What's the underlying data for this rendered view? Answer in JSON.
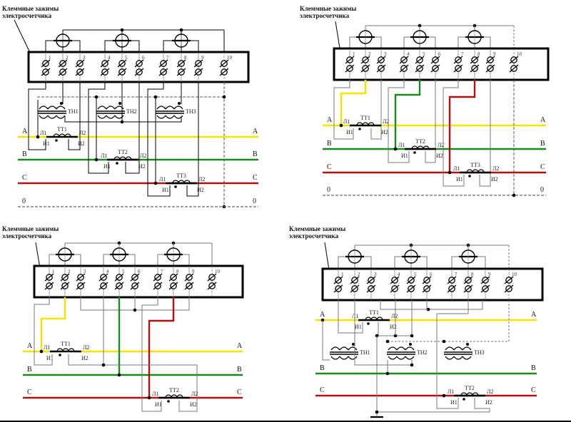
{
  "colors": {
    "phase_A": "#f2e400",
    "phase_B": "#1a8a1a",
    "phase_C": "#b01010",
    "neutral": "#666666",
    "wire": "#111111",
    "wire_grey": "#777777",
    "background": "#ffffff"
  },
  "panels": [
    {
      "id": "top-left",
      "caption_line1": "Клеммные зажимы",
      "caption_line2": "электросчетчика",
      "terminals": [
        "1",
        "2",
        "3",
        "4",
        "5",
        "6",
        "7",
        "8",
        "9",
        "10"
      ],
      "phases": [
        "A",
        "B",
        "C",
        "0"
      ],
      "current_transformers": [
        {
          "name": "ТТ1",
          "l1": "Л1",
          "l2": "Л2",
          "i1": "И1",
          "i2": "И2",
          "phase": "A"
        },
        {
          "name": "ТТ2",
          "l1": "Л1",
          "l2": "Л2",
          "i1": "И1",
          "i2": "И2",
          "phase": "B"
        },
        {
          "name": "ТТ3",
          "l1": "Л1",
          "l2": "Л2",
          "i1": "И1",
          "i2": "И2",
          "phase": "C"
        }
      ],
      "voltage_transformers": [
        "ТН1",
        "ТН2",
        "ТН3"
      ]
    },
    {
      "id": "top-right",
      "caption_line1": "Клеммные зажимы",
      "caption_line2": "электросчетчика",
      "terminals": [
        "1",
        "2",
        "3",
        "4",
        "5",
        "6",
        "7",
        "8",
        "9",
        "10"
      ],
      "phases": [
        "A",
        "B",
        "C",
        "0"
      ],
      "current_transformers": [
        {
          "name": "ТТ1",
          "l1": "Л1",
          "l2": "Л2",
          "i1": "И1",
          "i2": "И2",
          "phase": "A"
        },
        {
          "name": "ТТ2",
          "l1": "Л1",
          "l2": "Л2",
          "i1": "И1",
          "i2": "И2",
          "phase": "B"
        },
        {
          "name": "ТТ3",
          "l1": "Л1",
          "l2": "Л2",
          "i1": "И1",
          "i2": "И2",
          "phase": "C"
        }
      ],
      "voltage_transformers": []
    },
    {
      "id": "bottom-left",
      "caption_line1": "Клеммные зажимы",
      "caption_line2": "электросчетчика",
      "terminals": [
        "1",
        "2",
        "3",
        "4",
        "5",
        "6",
        "7",
        "8",
        "9",
        "10"
      ],
      "phases": [
        "A",
        "B",
        "C"
      ],
      "current_transformers": [
        {
          "name": "ТТ1",
          "l1": "Л1",
          "l2": "Л2",
          "i1": "И1",
          "i2": "И2",
          "phase": "A"
        },
        {
          "name": "ТТ2",
          "l1": "Л1",
          "l2": "Л2",
          "i1": "И1",
          "i2": "И2",
          "phase": "C"
        }
      ],
      "voltage_transformers": []
    },
    {
      "id": "bottom-right",
      "caption_line1": "Клеммные зажимы",
      "caption_line2": "электросчетчика",
      "terminals": [
        "1",
        "2",
        "3",
        "4",
        "5",
        "6",
        "7",
        "8",
        "9",
        "10"
      ],
      "phases": [
        "A",
        "B",
        "C"
      ],
      "current_transformers": [
        {
          "name": "ТТ1",
          "l1": "Л1",
          "l2": "Л2",
          "i1": "И1",
          "i2": "И2",
          "phase": "A"
        },
        {
          "name": "ТТ2",
          "l1": "Л1",
          "l2": "Л2",
          "i1": "И1",
          "i2": "И2",
          "phase": "C"
        }
      ],
      "voltage_transformers": [
        "ТН1",
        "ТН2",
        "ТН3"
      ]
    }
  ]
}
